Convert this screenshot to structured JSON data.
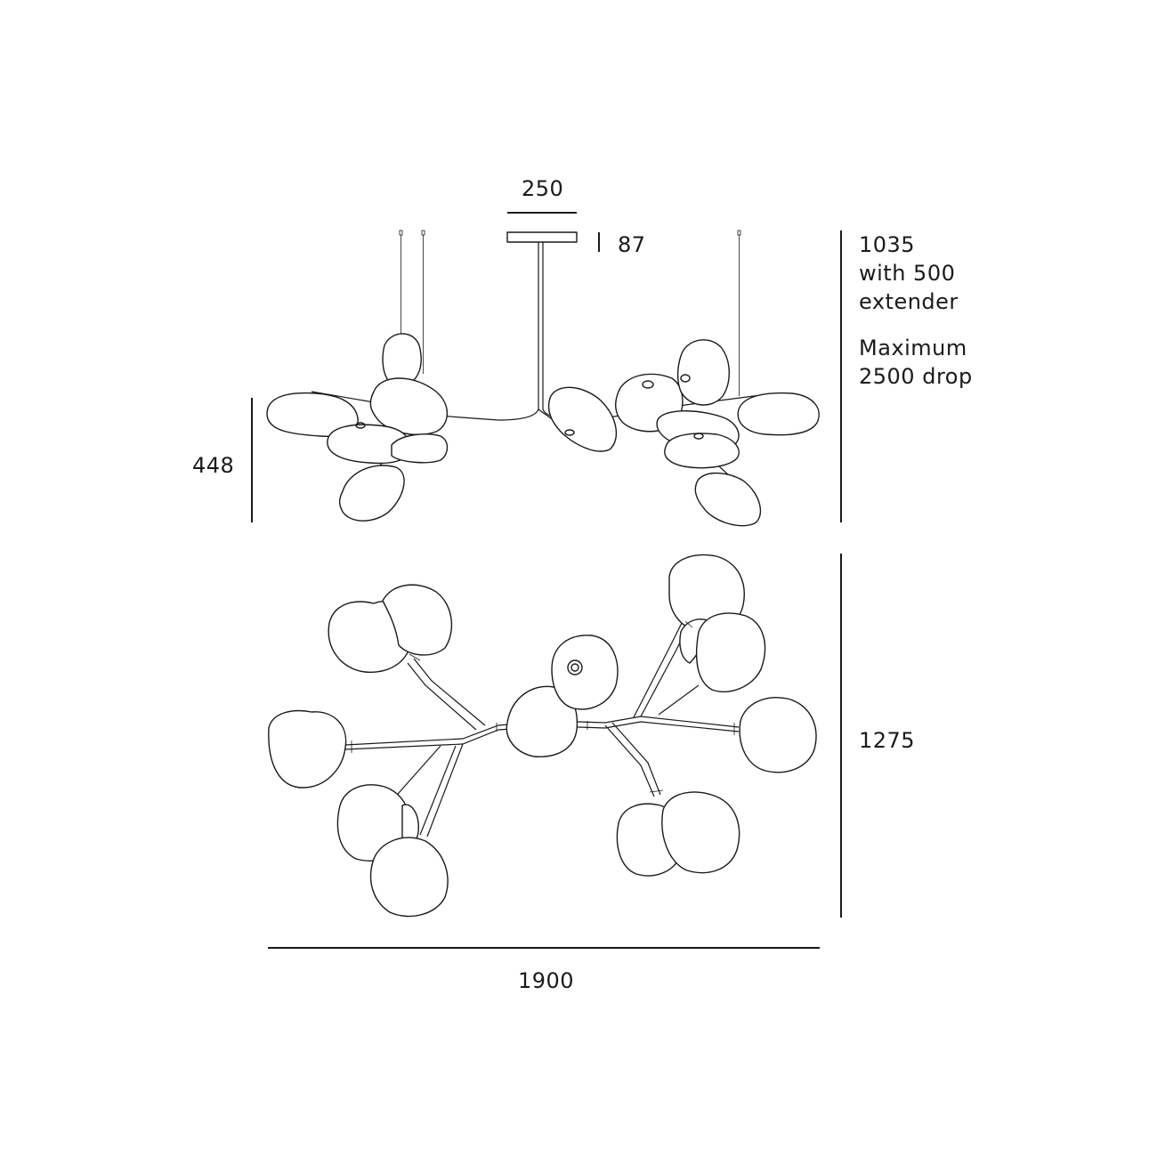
{
  "dimensions": {
    "canopy_width": "250",
    "canopy_height": "87",
    "overall_height_note": [
      "1035",
      "with 500",
      "extender"
    ],
    "drop_note": [
      "Maximum",
      "2500 drop"
    ],
    "body_height": "448",
    "plan_depth": "1275",
    "overall_width": "1900"
  },
  "colors": {
    "line": "#1a1a1a",
    "background": "#ffffff"
  }
}
